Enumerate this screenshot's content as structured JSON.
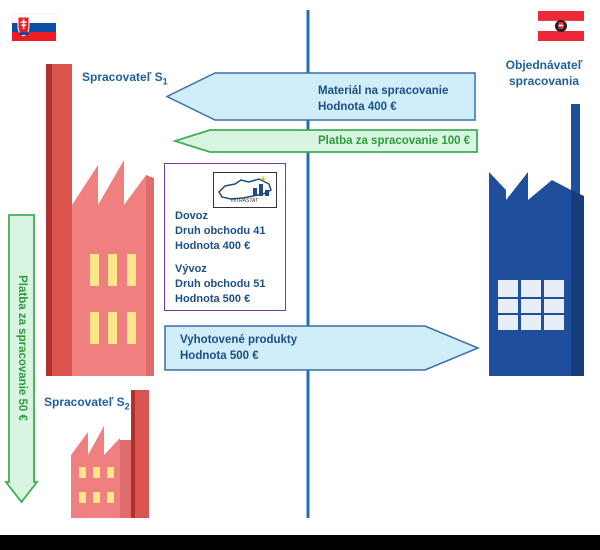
{
  "flags": {
    "left": {
      "icon": "slovakia-flag-icon"
    },
    "right": {
      "icon": "austria-flag-icon"
    }
  },
  "processor1": {
    "label": "Spracovateľ S",
    "sub": "1"
  },
  "processor2": {
    "label": "Spracovateľ S",
    "sub": "2"
  },
  "orderer": {
    "line1": "Objednávateľ",
    "line2": "spracovania"
  },
  "arrow_material": {
    "line1": "Materiál na spracovanie",
    "line2": "Hodnota 400 €"
  },
  "arrow_payment": {
    "text": "Platba za spracovanie 100 €"
  },
  "arrow_products": {
    "line1": "Vyhotovené produkty",
    "line2": "Hodnota 500 €"
  },
  "arrow_vertical": {
    "text": "Platba za spracovanie 50 €"
  },
  "legend": {
    "logo_text": "INTRASTAT",
    "import_title": "Dovoz",
    "import_type": "Druh obchodu 41",
    "import_value": "Hodnota 400 €",
    "export_title": "Vývoz",
    "export_type": "Druh obchodu 51",
    "export_value": "Hodnota 500 €"
  },
  "colors": {
    "factory_red": "#d9534f",
    "factory_dark_red": "#b0302d",
    "factory_pink": "#f08080",
    "window_yellow": "#ffe68a",
    "factory_blue": "#1f4e9c",
    "arrow_blue_fill": "#cfeefa",
    "arrow_blue_stroke": "#3d6ea8",
    "arrow_green_fill": "#d7f5e0",
    "arrow_green_stroke": "#3fae55",
    "border_line": "#1e6fb8"
  }
}
